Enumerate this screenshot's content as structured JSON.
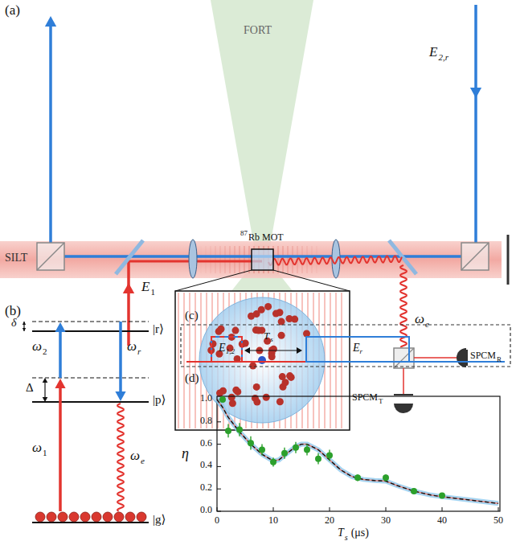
{
  "diagram": {
    "nodes": [
      {
        "text": [
          "E",
          "1,2"
        ]
      },
      {
        "text": [
          "E",
          "r"
        ]
      }
    ],
    "labels": [
      "(a)",
      "FORT",
      "SILT",
      "87",
      "Rb MOT",
      "E",
      "2,r",
      "E",
      "1",
      "ω",
      "e",
      "SPCM",
      "R",
      "SPCM",
      "T",
      "(b)",
      "δ",
      "|r⟩",
      "ω",
      "2",
      "ω",
      "r",
      "Δ",
      "|p⟩",
      "ω",
      "1",
      "ω",
      "e",
      "|g⟩",
      "(c)",
      "T",
      "s",
      "(d)",
      "η",
      "1.0",
      "0.8",
      "0.6",
      "0.4",
      "0.2",
      "0.0",
      "0",
      "10",
      "20",
      "30",
      "40",
      "50",
      "T",
      "s",
      "(μs)"
    ]
  }
}
